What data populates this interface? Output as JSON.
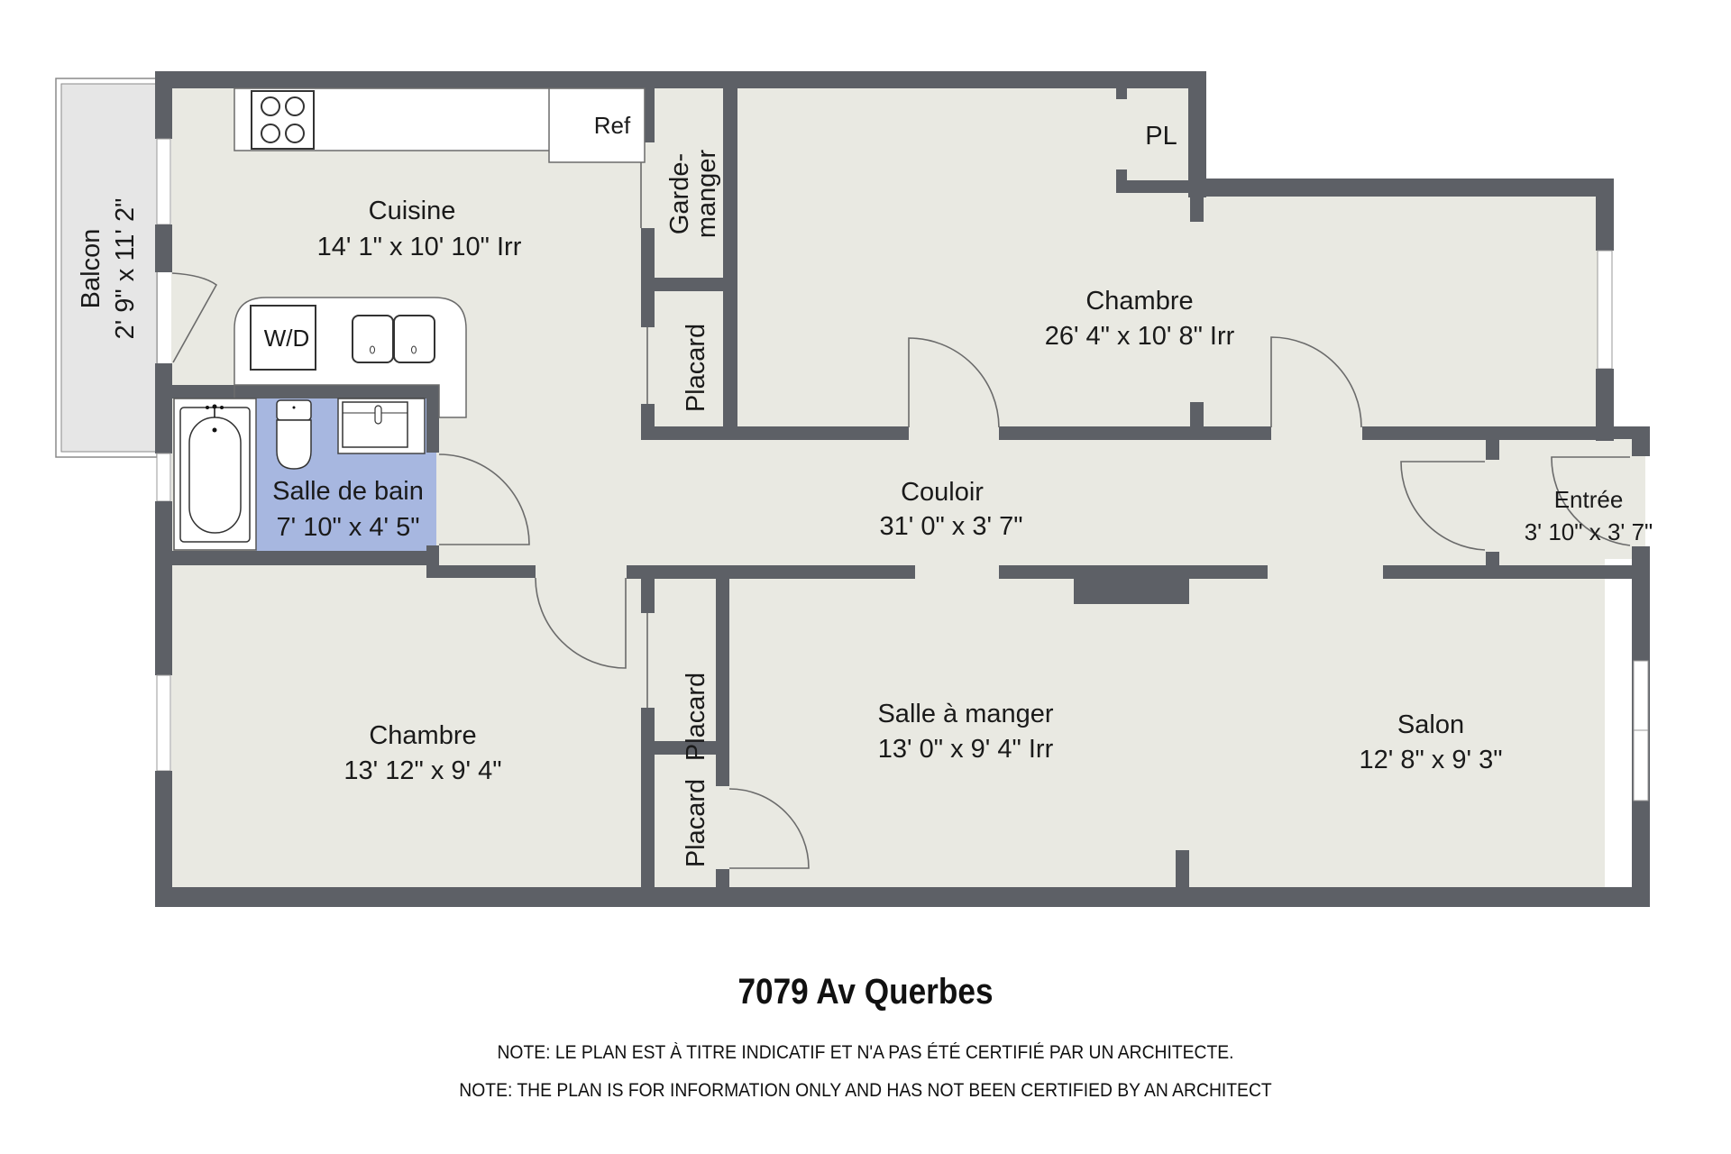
{
  "plan": {
    "title": "7079 Av Querbes",
    "notes": [
      "NOTE: LE PLAN EST À TITRE INDICATIF ET N'A PAS ÉTÉ CERTIFIÉ PAR UN ARCHITECTE.",
      "NOTE: THE PLAN IS FOR INFORMATION ONLY AND HAS  NOT BEEN CERTIFIED BY AN ARCHITECT"
    ],
    "colors": {
      "wall": "#5d6066",
      "floor": "#e9e9e2",
      "bathroom": "#a7b7e0",
      "fixture": "#ffffff"
    }
  },
  "rooms": {
    "balcon": {
      "name": "Balcon",
      "dims": "2' 9\" x 11' 2\""
    },
    "cuisine": {
      "name": "Cuisine",
      "dims": "14' 1\" x 10' 10\" Irr"
    },
    "garde_manger": {
      "name_line1": "Garde-",
      "name_line2": "manger"
    },
    "placard_top": {
      "name": "Placard"
    },
    "chambre_main": {
      "name": "Chambre",
      "dims": "26' 4\" x 10' 8\" Irr"
    },
    "pl": {
      "name": "PL"
    },
    "salle_de_bain": {
      "name": "Salle de bain",
      "dims": "7' 10\" x 4' 5\""
    },
    "couloir": {
      "name": "Couloir",
      "dims": "31' 0\" x 3' 7\""
    },
    "entree": {
      "name": "Entrée",
      "dims": "3' 10\" x 3' 7\""
    },
    "chambre_2": {
      "name": "Chambre",
      "dims": "13' 12\" x 9' 4\""
    },
    "placard_mid": {
      "name": "Placard"
    },
    "placard_low": {
      "name": "Placard"
    },
    "salle_a_manger": {
      "name": "Salle à manger",
      "dims": "13' 0\" x 9' 4\" Irr"
    },
    "salon": {
      "name": "Salon",
      "dims": "12' 8\" x 9' 3\""
    }
  },
  "fixtures": {
    "refrigerator": "Ref",
    "washer_dryer": "W/D",
    "stove": "stove-icon",
    "sink": "double-sink-icon",
    "bathtub": "bathtub-icon",
    "toilet": "toilet-icon",
    "vanity": "vanity-sink-icon"
  }
}
